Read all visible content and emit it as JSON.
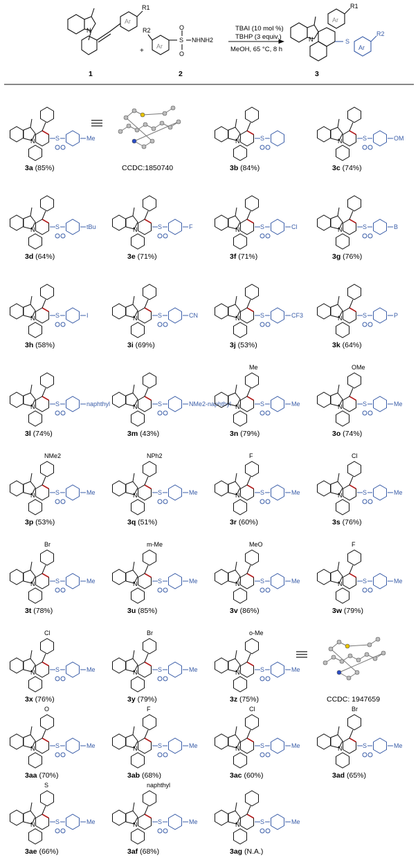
{
  "scheme": {
    "reactant1": {
      "label": "1",
      "substituent": "R1",
      "ring": "Ar"
    },
    "reactant2": {
      "label": "2",
      "substituent": "R2",
      "ring": "Ar",
      "group": "NHNH2",
      "atoms": [
        "S",
        "O",
        "O"
      ]
    },
    "plus": "+",
    "product": {
      "label": "3",
      "substituent1": "R1",
      "substituent2": "R2",
      "ring1": "Ar",
      "ring2": "Ar"
    },
    "conditions": [
      "TBAI (10 mol %)",
      "TBHP (3 equiv.)",
      "MeOH, 65 °C, 8 h"
    ]
  },
  "colors": {
    "sulfonyl": "#3a5da8",
    "new_bond": "#b31b1b",
    "line": "#111111"
  },
  "compounds": [
    {
      "id": "3a",
      "yield": "(85%)",
      "aryl_sub": "",
      "sulfonyl_sub": "Me"
    },
    {
      "id": "3b",
      "yield": "(84%)",
      "aryl_sub": "",
      "sulfonyl_sub": ""
    },
    {
      "id": "3c",
      "yield": "(74%)",
      "aryl_sub": "",
      "sulfonyl_sub": "OM"
    },
    {
      "id": "3d",
      "yield": "(64%)",
      "aryl_sub": "",
      "sulfonyl_sub": "tBu"
    },
    {
      "id": "3e",
      "yield": "(71%)",
      "aryl_sub": "",
      "sulfonyl_sub": "F"
    },
    {
      "id": "3f",
      "yield": "(71%)",
      "aryl_sub": "",
      "sulfonyl_sub": "Cl"
    },
    {
      "id": "3g",
      "yield": "(76%)",
      "aryl_sub": "",
      "sulfonyl_sub": "B"
    },
    {
      "id": "3h",
      "yield": "(58%)",
      "aryl_sub": "",
      "sulfonyl_sub": "I"
    },
    {
      "id": "3i",
      "yield": "(69%)",
      "aryl_sub": "",
      "sulfonyl_sub": "CN"
    },
    {
      "id": "3j",
      "yield": "(53%)",
      "aryl_sub": "",
      "sulfonyl_sub": "CF3"
    },
    {
      "id": "3k",
      "yield": "(64%)",
      "aryl_sub": "",
      "sulfonyl_sub": "P"
    },
    {
      "id": "3l",
      "yield": "(74%)",
      "aryl_sub": "",
      "sulfonyl_sub": "naphthyl"
    },
    {
      "id": "3m",
      "yield": "(43%)",
      "aryl_sub": "",
      "sulfonyl_sub": "NMe2-naphthyl"
    },
    {
      "id": "3n",
      "yield": "(79%)",
      "aryl_sub": "Me",
      "sulfonyl_sub": "Me"
    },
    {
      "id": "3o",
      "yield": "(74%)",
      "aryl_sub": "OMe",
      "sulfonyl_sub": "Me"
    },
    {
      "id": "3p",
      "yield": "(53%)",
      "aryl_sub": "NMe2",
      "sulfonyl_sub": "Me"
    },
    {
      "id": "3q",
      "yield": "(51%)",
      "aryl_sub": "NPh2",
      "sulfonyl_sub": "Me"
    },
    {
      "id": "3r",
      "yield": "(60%)",
      "aryl_sub": "F",
      "sulfonyl_sub": "Me"
    },
    {
      "id": "3s",
      "yield": "(76%)",
      "aryl_sub": "Cl",
      "sulfonyl_sub": "Me"
    },
    {
      "id": "3t",
      "yield": "(78%)",
      "aryl_sub": "Br",
      "sulfonyl_sub": "Me"
    },
    {
      "id": "3u",
      "yield": "(85%)",
      "aryl_sub": "m-Me",
      "sulfonyl_sub": "Me"
    },
    {
      "id": "3v",
      "yield": "(86%)",
      "aryl_sub": "MeO",
      "sulfonyl_sub": "Me"
    },
    {
      "id": "3w",
      "yield": "(79%)",
      "aryl_sub": "F",
      "sulfonyl_sub": "Me"
    },
    {
      "id": "3x",
      "yield": "(76%)",
      "aryl_sub": "Cl",
      "sulfonyl_sub": "Me"
    },
    {
      "id": "3y",
      "yield": "(79%)",
      "aryl_sub": "Br",
      "sulfonyl_sub": "Me"
    },
    {
      "id": "3z",
      "yield": "(75%)",
      "aryl_sub": "o-Me",
      "sulfonyl_sub": "Me"
    },
    {
      "id": "3aa",
      "yield": "(70%)",
      "aryl_sub": "O",
      "sulfonyl_sub": "Me"
    },
    {
      "id": "3ab",
      "yield": "(68%)",
      "aryl_sub": "F",
      "sulfonyl_sub": "Me"
    },
    {
      "id": "3ac",
      "yield": "(60%)",
      "aryl_sub": "Cl",
      "sulfonyl_sub": "Me"
    },
    {
      "id": "3ad",
      "yield": "(65%)",
      "aryl_sub": "Br",
      "sulfonyl_sub": "Me"
    },
    {
      "id": "3ae",
      "yield": "(66%)",
      "aryl_sub": "S",
      "sulfonyl_sub": "Me"
    },
    {
      "id": "3af",
      "yield": "(68%)",
      "aryl_sub": "naphthyl",
      "sulfonyl_sub": "Me"
    },
    {
      "id": "3ag",
      "yield": "(N.A.)",
      "aryl_sub": "",
      "sulfonyl_sub": "Me"
    }
  ],
  "crystals": [
    {
      "after": "3a",
      "ccdc": "CCDC:1850740"
    },
    {
      "after": "3z",
      "ccdc": "CCDC: 1947659"
    }
  ]
}
